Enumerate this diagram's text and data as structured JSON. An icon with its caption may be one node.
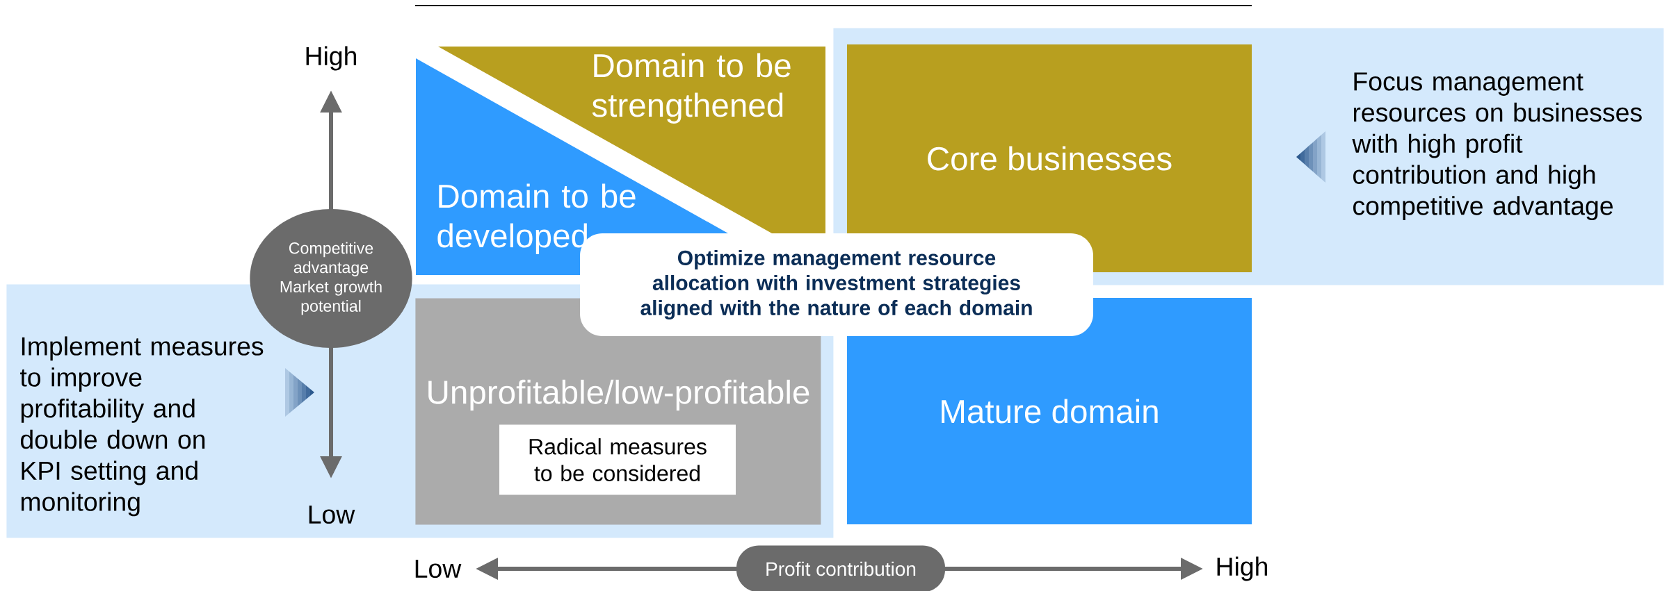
{
  "diagram": {
    "nodes": [
      {
        "text": [
          "Focus management resources on businesses with high profit contribution and high competitive advantage"
        ]
      },
      {
        "text": [
          "Implement measures to improve profitability and double down on KPI setting and monitoring"
        ]
      },
      {
        "text": [
          "Domain to be strengthened"
        ]
      },
      {
        "text": [
          "Domain to be developed"
        ]
      },
      {
        "text": [
          "Core businesses"
        ],
        "in": 0
      },
      {
        "text": [
          "Competitive advantage Market growth potential"
        ]
      },
      {
        "text": [
          "Unprofitable/low-profitable"
        ],
        "in": 1
      },
      {
        "text": [
          "Radical measures to be considered"
        ],
        "in": 6
      },
      {
        "text": [
          "Mature domain"
        ]
      },
      {
        "text": [
          "Optimize management resource allocation with investment strategies aligned with the nature of each domain"
        ]
      },
      {
        "text": [
          "Profit contribution"
        ]
      }
    ],
    "labels": [
      "High",
      "Low",
      "Low",
      "High"
    ]
  }
}
